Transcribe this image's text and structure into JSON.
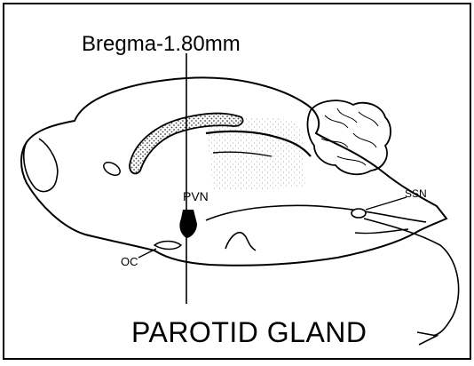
{
  "labels": {
    "bregma": "Bregma-1.80mm",
    "pvn": "PVN",
    "ssn": "SSN",
    "oc": "OC",
    "parotid": "PAROTID GLAND"
  }
}
